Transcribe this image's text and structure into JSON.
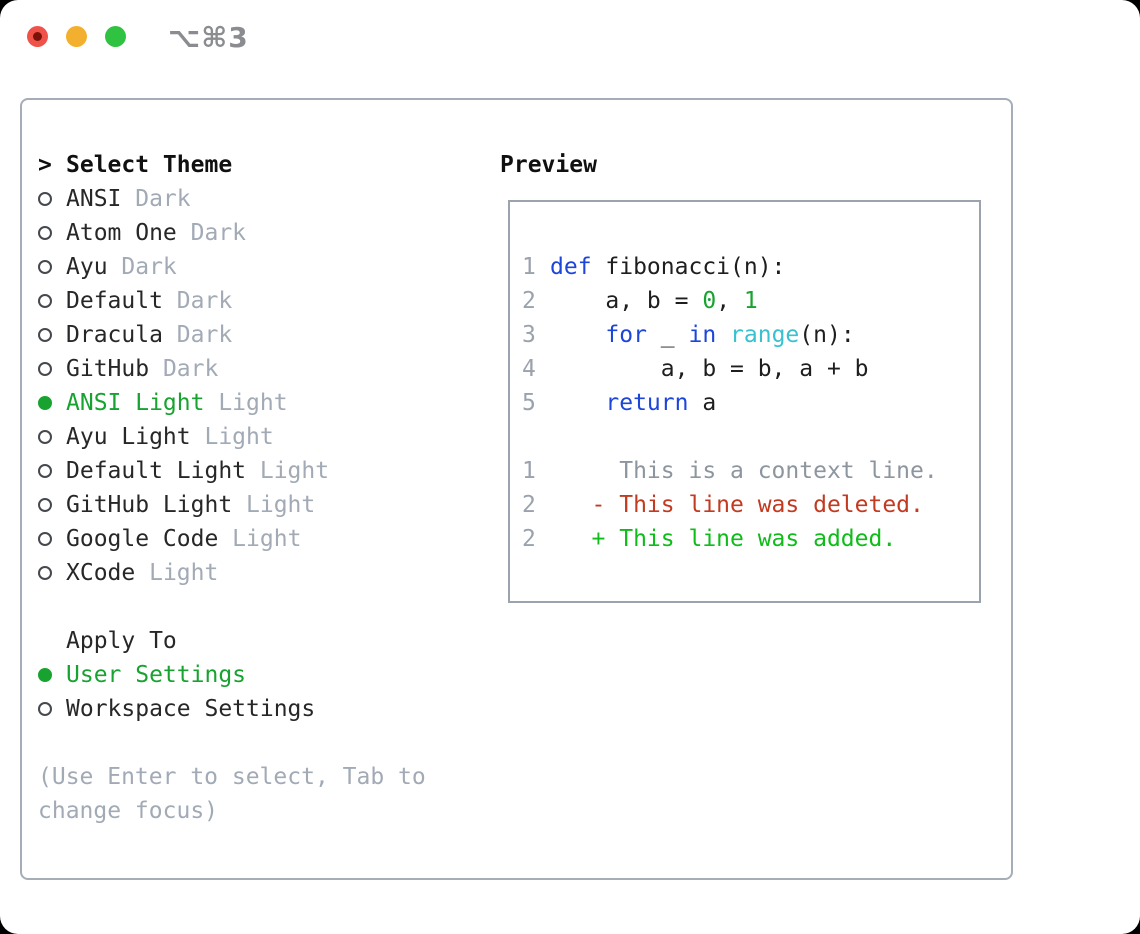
{
  "window": {
    "shortcut": "⌥⌘3"
  },
  "theme_list": {
    "header_prefix": ">",
    "header": "Select Theme",
    "items": [
      {
        "label": "ANSI",
        "tag": "Dark",
        "selected": false
      },
      {
        "label": "Atom One",
        "tag": "Dark",
        "selected": false
      },
      {
        "label": "Ayu",
        "tag": "Dark",
        "selected": false
      },
      {
        "label": "Default",
        "tag": "Dark",
        "selected": false
      },
      {
        "label": "Dracula",
        "tag": "Dark",
        "selected": false
      },
      {
        "label": "GitHub",
        "tag": "Dark",
        "selected": false
      },
      {
        "label": "ANSI Light",
        "tag": "Light",
        "selected": true
      },
      {
        "label": "Ayu Light",
        "tag": "Light",
        "selected": false
      },
      {
        "label": "Default Light",
        "tag": "Light",
        "selected": false
      },
      {
        "label": "GitHub Light",
        "tag": "Light",
        "selected": false
      },
      {
        "label": "Google Code",
        "tag": "Light",
        "selected": false
      },
      {
        "label": "XCode",
        "tag": "Light",
        "selected": false
      }
    ]
  },
  "apply_to": {
    "header": "Apply To",
    "options": [
      {
        "label": "User Settings",
        "selected": true
      },
      {
        "label": "Workspace Settings",
        "selected": false
      }
    ]
  },
  "help_text": "(Use Enter to select, Tab to change focus)",
  "preview": {
    "title": "Preview",
    "code_lines": [
      {
        "no": "1",
        "tokens": [
          {
            "t": "def ",
            "c": "kw"
          },
          {
            "t": "fibonacci(n):",
            "c": "txt"
          }
        ]
      },
      {
        "no": "2",
        "tokens": [
          {
            "t": "    a, b = ",
            "c": "txt"
          },
          {
            "t": "0",
            "c": "num"
          },
          {
            "t": ", ",
            "c": "txt"
          },
          {
            "t": "1",
            "c": "num"
          }
        ]
      },
      {
        "no": "3",
        "tokens": [
          {
            "t": "    ",
            "c": "txt"
          },
          {
            "t": "for",
            "c": "kw"
          },
          {
            "t": " _ ",
            "c": "txt"
          },
          {
            "t": "in",
            "c": "kw"
          },
          {
            "t": " ",
            "c": "txt"
          },
          {
            "t": "range",
            "c": "fn"
          },
          {
            "t": "(n):",
            "c": "txt"
          }
        ]
      },
      {
        "no": "4",
        "tokens": [
          {
            "t": "        a, b = b, a + b",
            "c": "txt"
          }
        ]
      },
      {
        "no": "5",
        "tokens": [
          {
            "t": "    ",
            "c": "txt"
          },
          {
            "t": "return",
            "c": "kw"
          },
          {
            "t": " a",
            "c": "txt"
          }
        ]
      },
      {
        "no": "",
        "tokens": []
      },
      {
        "no": "1",
        "tokens": [
          {
            "t": "     This is a context line.",
            "c": "ctx"
          }
        ]
      },
      {
        "no": "2",
        "tokens": [
          {
            "t": "   - This line was deleted.",
            "c": "del"
          }
        ]
      },
      {
        "no": "2",
        "tokens": [
          {
            "t": "   + This line was added.",
            "c": "add"
          }
        ]
      }
    ]
  },
  "colors": {
    "keyword_blue": "#1c45da",
    "function_cyan": "#38c1ce",
    "selected_green": "#18a330",
    "added_green": "#0fbc1a",
    "deleted_red": "#c23a20",
    "muted_gray": "#a2aab6",
    "panel_border": "#a5adb8"
  }
}
